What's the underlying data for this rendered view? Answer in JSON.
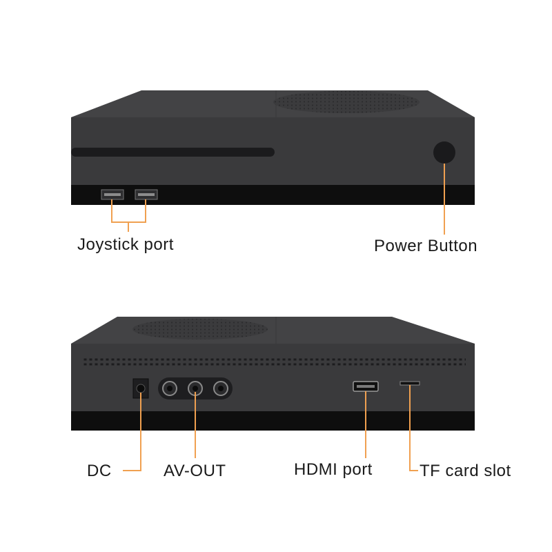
{
  "colors": {
    "console_body": "#3a3a3c",
    "console_top": "#434345",
    "console_base": "#0e0e0e",
    "callout_line": "#f0a050",
    "label_text": "#1a1a1a"
  },
  "front_view": {
    "labels": {
      "joystick_port": "Joystick port",
      "power_button": "Power Button"
    }
  },
  "back_view": {
    "labels": {
      "dc": "DC",
      "av_out": "AV-OUT",
      "hdmi_port": "HDMI port",
      "tf_card_slot": "TF card slot"
    }
  }
}
